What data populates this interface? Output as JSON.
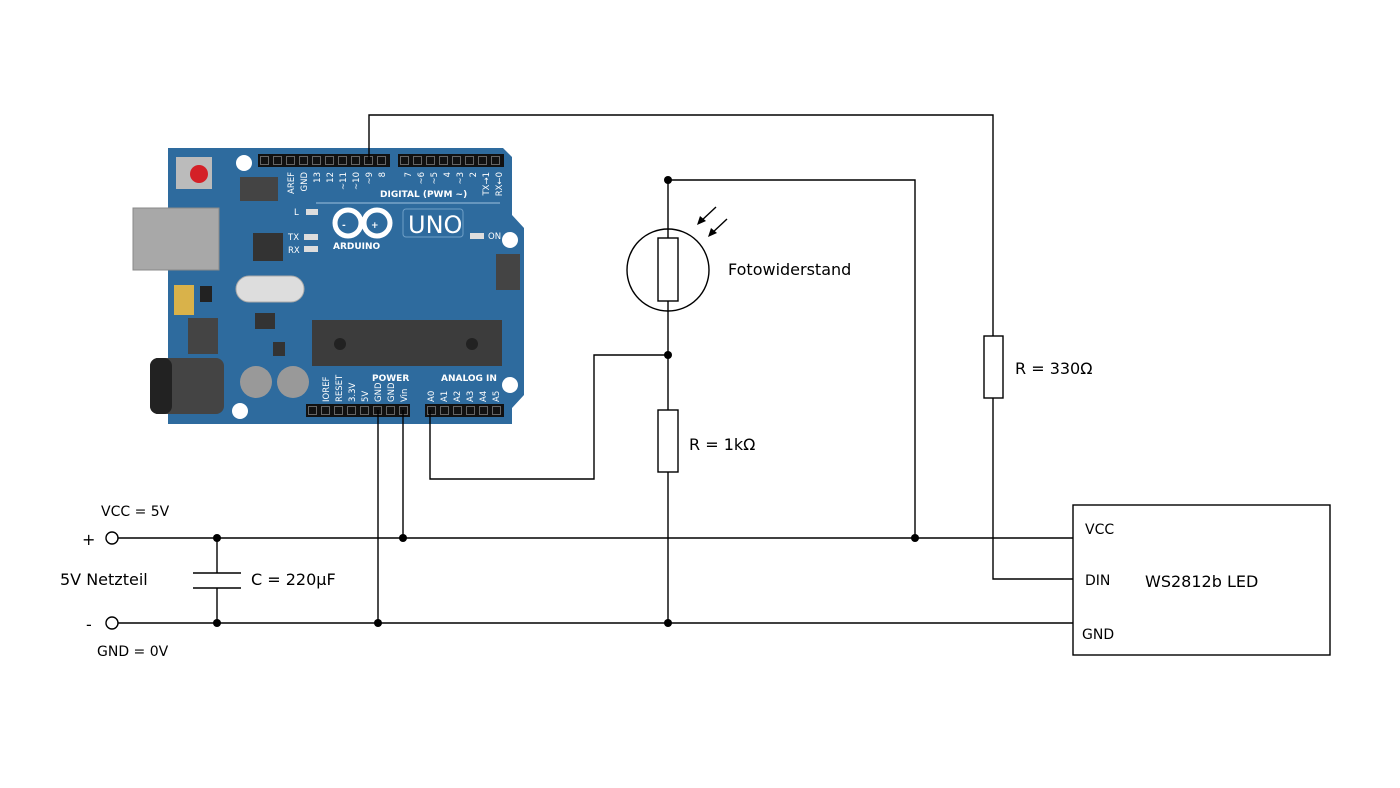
{
  "colors": {
    "board": "#2e6b9e",
    "wire": "#000000",
    "reset_button": "#d42027"
  },
  "arduino": {
    "brand": "ARDUINO",
    "model": "UNO",
    "digital_title": "DIGITAL (PWM ~)",
    "digital_pins": [
      "AREF",
      "GND",
      "13",
      "12",
      "~11",
      "~10",
      "~9",
      "8",
      "7",
      "~6",
      "~5",
      "4",
      "~3",
      "2",
      "TX→1",
      "RX←0"
    ],
    "power_title": "POWER",
    "power_pins": [
      "IOREF",
      "RESET",
      "3.3V",
      "5V",
      "GND",
      "GND",
      "Vin"
    ],
    "analog_title": "ANALOG IN",
    "analog_pins": [
      "A0",
      "A1",
      "A2",
      "A3",
      "A4",
      "A5"
    ],
    "leds": [
      "L",
      "TX",
      "RX",
      "ON"
    ]
  },
  "supply": {
    "plus": "+",
    "minus": "-",
    "vcc": "VCC = 5V",
    "gnd": "GND = 0V",
    "name": "5V Netzteil"
  },
  "capacitor": {
    "label": "C = 220µF"
  },
  "ldr": {
    "label": "Fotowiderstand"
  },
  "r1": {
    "label": "R = 1kΩ"
  },
  "r2": {
    "label": "R = 330Ω"
  },
  "led": {
    "name": "WS2812b LED",
    "pins": [
      "VCC",
      "DIN",
      "GND"
    ]
  }
}
